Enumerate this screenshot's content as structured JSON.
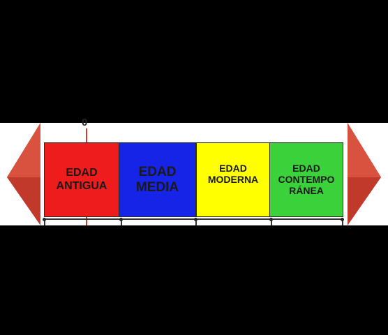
{
  "axis": {
    "origin_label": "0"
  },
  "eras": [
    {
      "lines": [
        "EDAD",
        "ANTIGUA"
      ],
      "color": "#ee1c1c"
    },
    {
      "lines": [
        "EDAD",
        "MEDIA"
      ],
      "color": "#1524e6"
    },
    {
      "lines": [
        "EDAD",
        "MODERNA"
      ],
      "color": "#ffff00"
    },
    {
      "lines": [
        "EDAD",
        "CONTEMPO",
        "RÁNEA"
      ],
      "color": "#3ad13a"
    }
  ],
  "colors": {
    "arrow": "#c0392b",
    "axis_marker": "#d33a2c",
    "background": "#000000"
  }
}
